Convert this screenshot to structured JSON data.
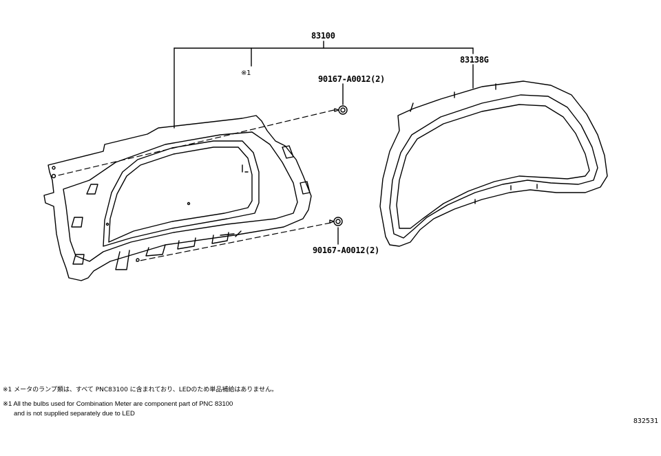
{
  "callouts": {
    "assembly": "83100",
    "cover": "83138G",
    "note_ref": "※1",
    "screw_upper": "90167-A0012(2)",
    "screw_lower": "90167-A0012(2)"
  },
  "notes": {
    "japanese": "※1 メータのランプ類は、すべて PNC83100 に含まれており、LEDのため単品補給はありません。",
    "english_line1": "※1 All the bulbs used for Combination Meter are component part of PNC 83100",
    "english_line2": "and is not supplied separately due to LED"
  },
  "illustration_id": "832531"
}
